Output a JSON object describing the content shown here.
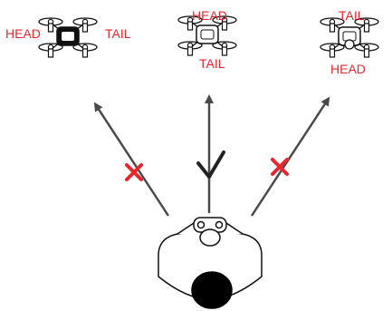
{
  "labels": {
    "head": "HEAD",
    "tail": "TAIL"
  },
  "drones": [
    {
      "orientation": "head-left-tail-right",
      "correct": false
    },
    {
      "orientation": "head-away-tail-toward",
      "correct": true
    },
    {
      "orientation": "head-toward-tail-away",
      "correct": false
    }
  ],
  "colors": {
    "label": "#e8252b",
    "wrong_mark": "#e8252b",
    "right_mark": "#222222",
    "arrow": "#4a4a4a",
    "line": "#111111"
  }
}
